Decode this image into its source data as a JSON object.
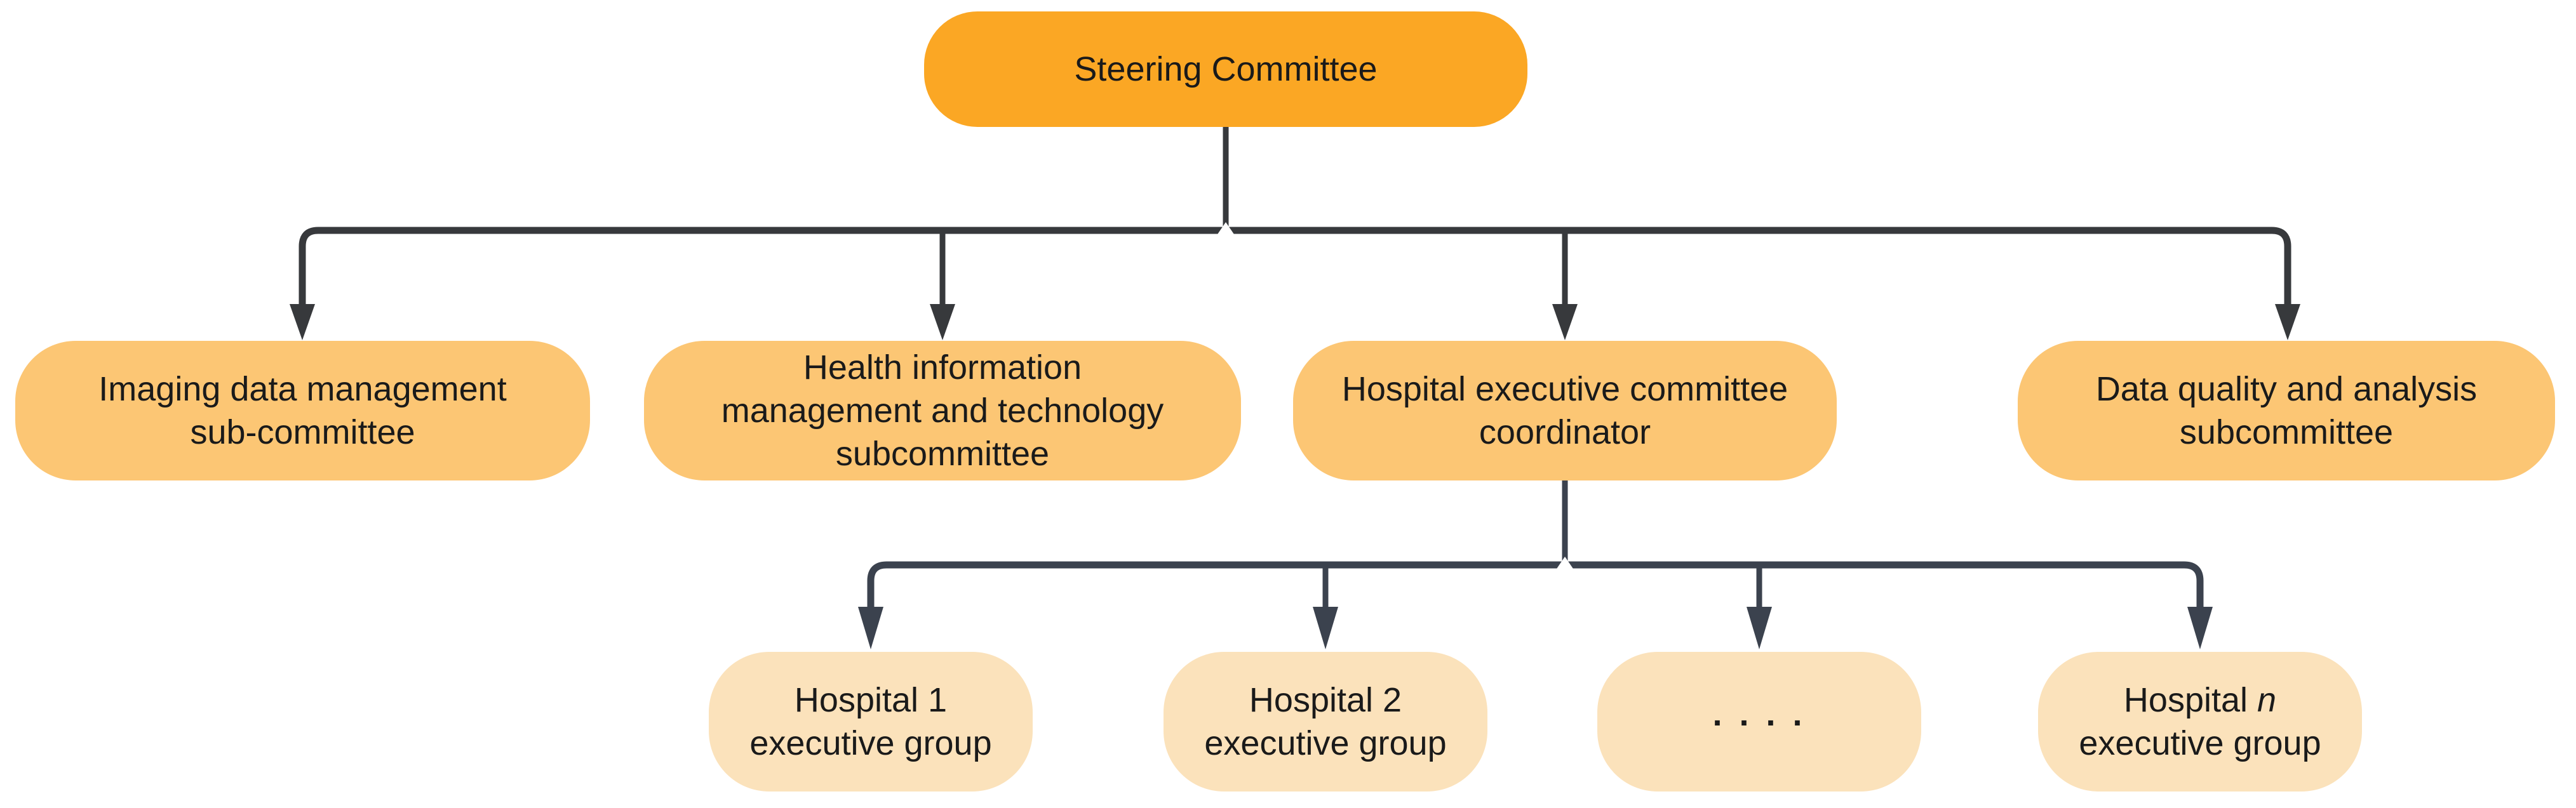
{
  "diagram": {
    "type": "org-chart",
    "colors": {
      "level1_fill": "#FBA724",
      "level2_fill": "#FCC674",
      "level3_fill": "#FBE2BB",
      "connector_level1": "#37393C",
      "connector_level2": "#3B424E",
      "text": "#1A1A1A"
    },
    "nodes": [
      {
        "id": "steering",
        "level": 1,
        "lines": [
          "Steering Committee"
        ]
      },
      {
        "id": "imaging",
        "level": 2,
        "lines": [
          "Imaging data management",
          "sub-committee"
        ]
      },
      {
        "id": "him",
        "level": 2,
        "lines": [
          "Health information",
          "management and technology",
          "subcommittee"
        ]
      },
      {
        "id": "coordinator",
        "level": 2,
        "lines": [
          "Hospital executive committee",
          "coordinator"
        ]
      },
      {
        "id": "dq",
        "level": 2,
        "lines": [
          "Data quality and analysis",
          "subcommittee"
        ]
      },
      {
        "id": "h1",
        "level": 3,
        "lines": [
          "Hospital 1",
          "executive group"
        ]
      },
      {
        "id": "h2",
        "level": 3,
        "lines": [
          "Hospital 2",
          "executive group"
        ]
      },
      {
        "id": "dots",
        "level": 3,
        "lines": [
          ". . . ."
        ]
      },
      {
        "id": "hn",
        "level": 3,
        "lines": [
          "Hospital n",
          "executive group"
        ],
        "italic_word": "n"
      }
    ],
    "edges": [
      {
        "from": "steering",
        "to": "imaging"
      },
      {
        "from": "steering",
        "to": "him"
      },
      {
        "from": "steering",
        "to": "coordinator"
      },
      {
        "from": "steering",
        "to": "dq"
      },
      {
        "from": "coordinator",
        "to": "h1"
      },
      {
        "from": "coordinator",
        "to": "h2"
      },
      {
        "from": "coordinator",
        "to": "dots"
      },
      {
        "from": "coordinator",
        "to": "hn"
      }
    ]
  }
}
